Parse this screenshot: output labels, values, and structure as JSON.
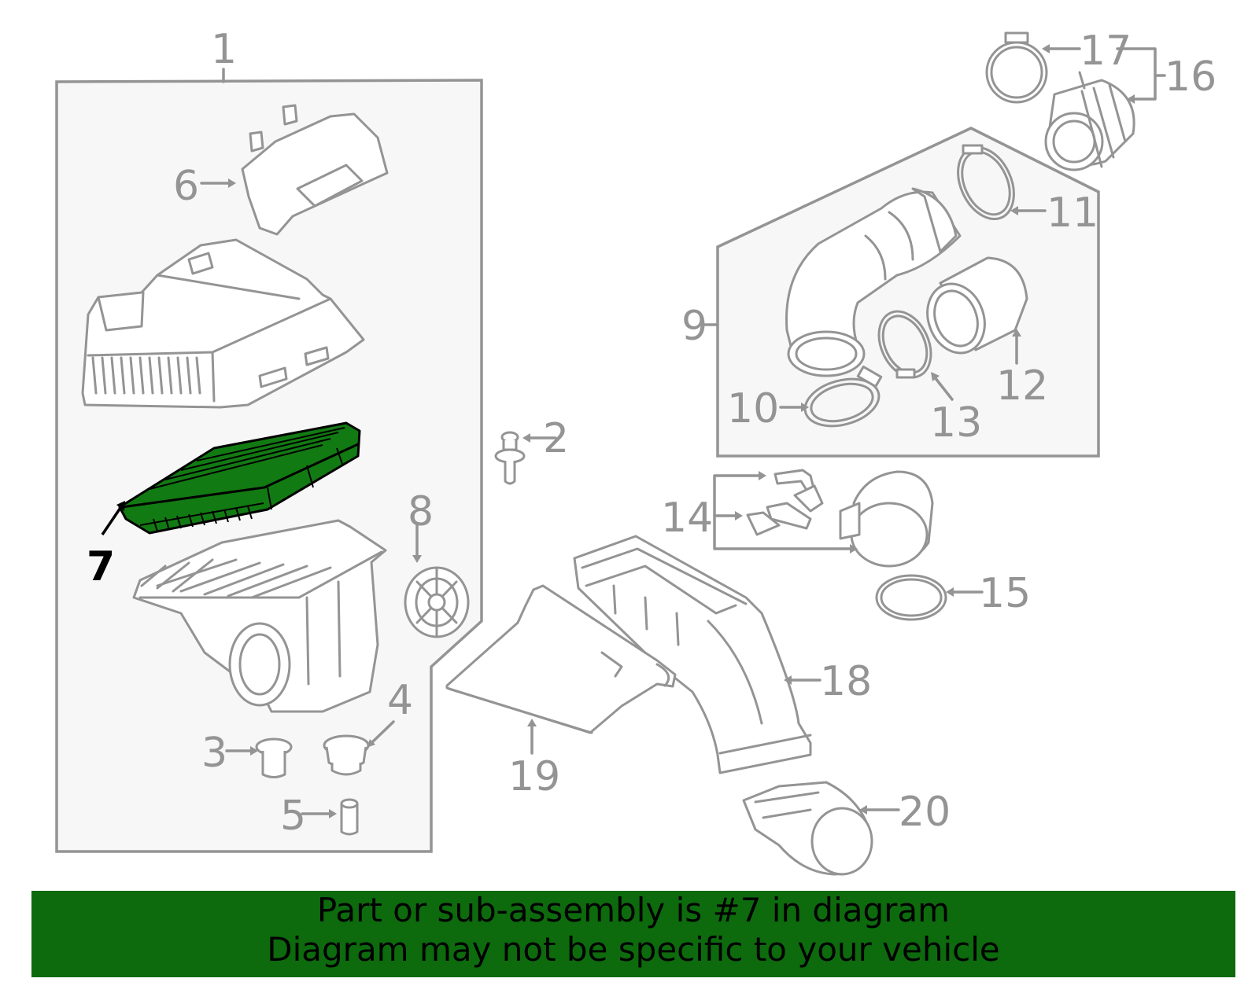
{
  "banner": {
    "line1": "Part or sub-assembly is #7 in diagram",
    "line2": "Diagram may not be specific to your vehicle",
    "color": "#0d6a0d"
  },
  "highlight": {
    "part_number": "7",
    "color": "#127a12"
  },
  "callouts": {
    "c1": "1",
    "c2": "2",
    "c3": "3",
    "c4": "4",
    "c5": "5",
    "c6": "6",
    "c7": "7",
    "c8": "8",
    "c9": "9",
    "c10": "10",
    "c11": "11",
    "c12": "12",
    "c13": "13",
    "c14": "14",
    "c15": "15",
    "c16": "16",
    "c17": "17",
    "c18": "18",
    "c19": "19",
    "c20": "20"
  }
}
